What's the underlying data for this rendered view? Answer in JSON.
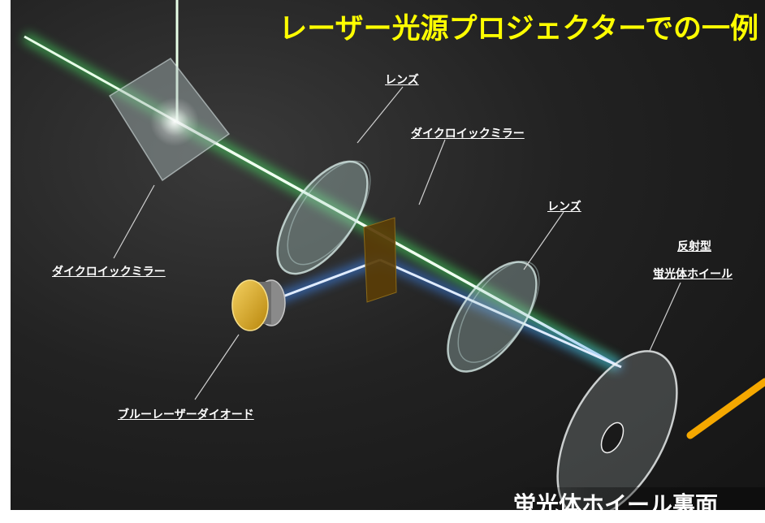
{
  "title": "レーザー光源プロジェクターでの一例",
  "labels": {
    "lens_top": "レンズ",
    "dichroic_center": "ダイクロイックミラー",
    "lens_right": "レンズ",
    "wheel_line1": "反射型",
    "wheel_line2": "蛍光体ホイール",
    "dichroic_left": "ダイクロイックミラー",
    "laser_diode": "ブルーレーザーダイオード"
  },
  "bottom_caption": "蛍光体ホイール裏面",
  "colors": {
    "title": "#ffff00",
    "green_beam": "#7dff7d",
    "blue_beam": "#6aa8ff",
    "pointer": "#f5a800"
  }
}
